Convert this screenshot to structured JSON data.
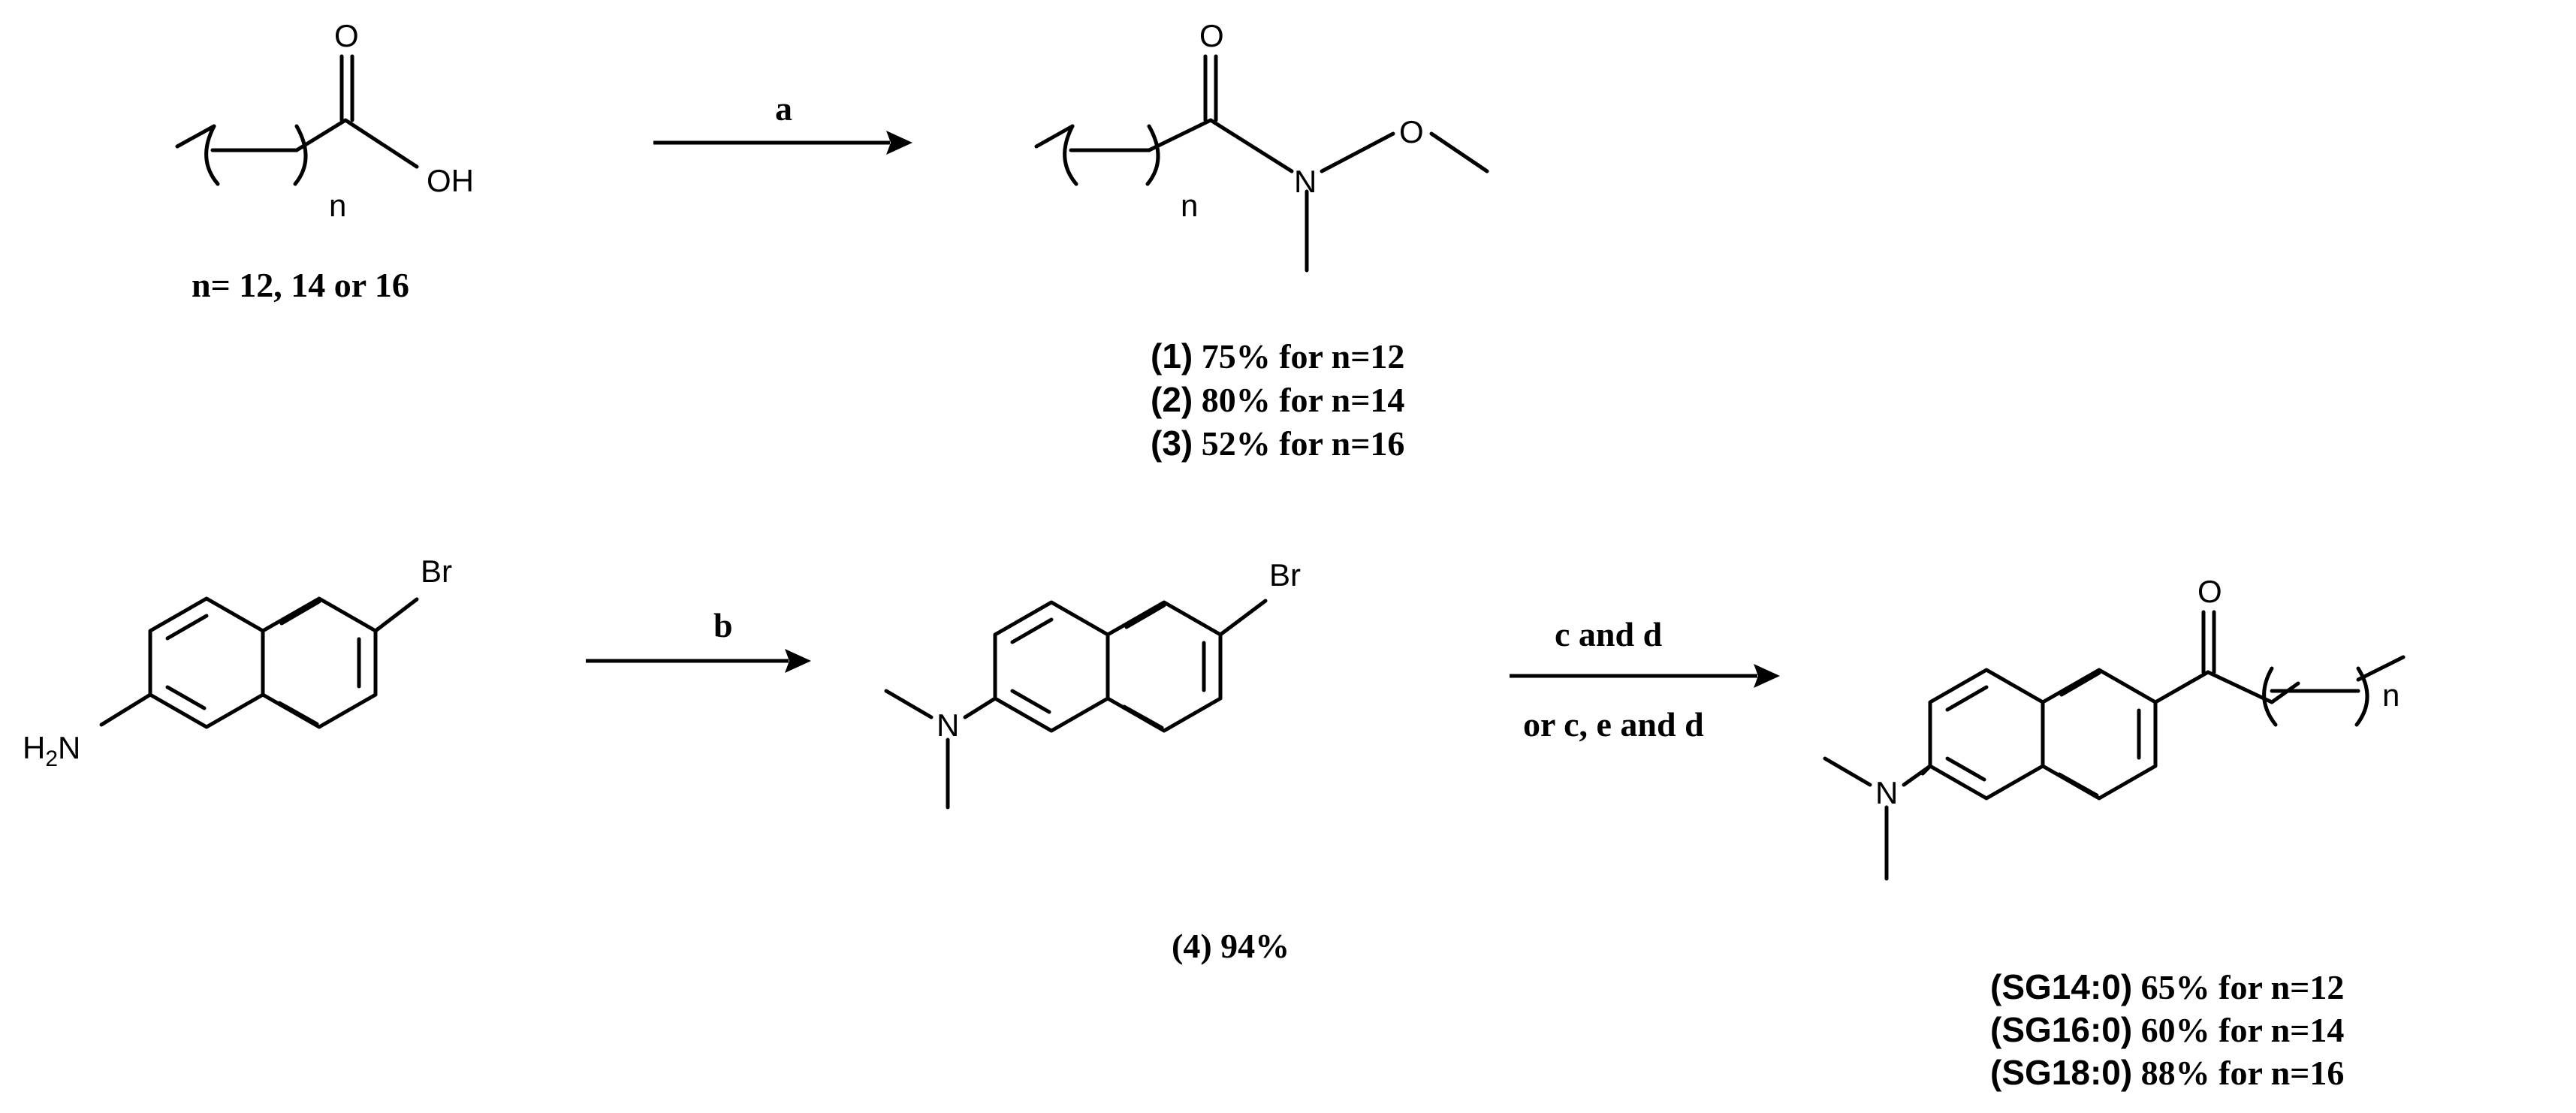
{
  "scheme": {
    "step_a": "a",
    "step_b": "b",
    "step_cd_line1": "c and d",
    "step_cd_line2": "or c, e and d",
    "n_condition": "n= 12, 14 or 16",
    "atoms": {
      "O": "O",
      "OH": "OH",
      "N": "N",
      "n": "n",
      "Br": "Br",
      "H": "H",
      "sub2": "2"
    },
    "weinreb_yields": [
      {
        "id": "(1)",
        "text": " 75% for n=12"
      },
      {
        "id": "(2)",
        "text": " 80% for n=14"
      },
      {
        "id": "(3)",
        "text": " 52% for n=16"
      }
    ],
    "compound4": "(4) 94%",
    "final_yields": [
      {
        "id": "(SG14:0)",
        "text": " 65% for n=12"
      },
      {
        "id": "(SG16:0)",
        "text": " 60% for n=14"
      },
      {
        "id": "(SG18:0)",
        "text": " 88% for n=16"
      }
    ]
  }
}
